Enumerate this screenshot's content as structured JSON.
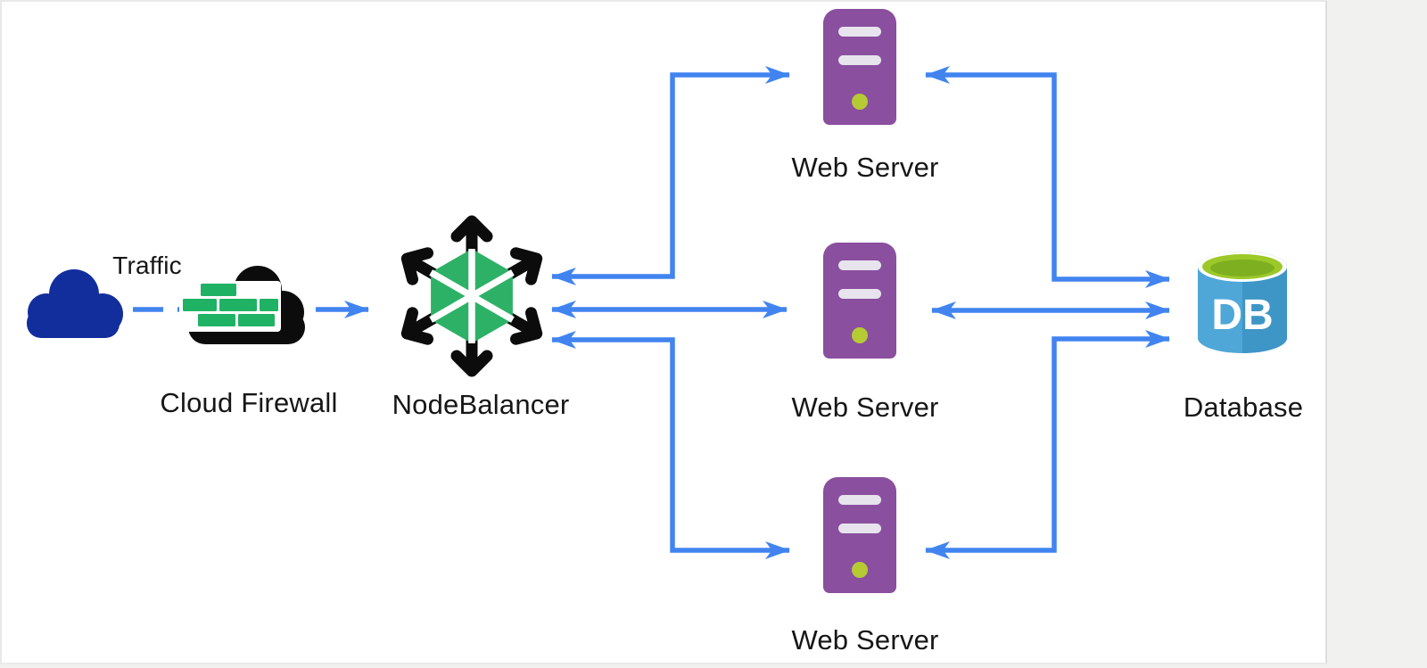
{
  "nodes": [
    {
      "id": "traffic",
      "label": "Traffic",
      "icon": "cloud",
      "color": "#122e9d"
    },
    {
      "id": "cloud-firewall",
      "label": "Cloud Firewall",
      "icon": "firewall-brick-cloud",
      "colors": {
        "cloud": "#0c0c0c",
        "brick": "#1fb264"
      }
    },
    {
      "id": "nodebalancer",
      "label": "NodeBalancer",
      "icon": "nodebalancer-hexagon",
      "colors": {
        "hexagon": "#2db166",
        "arrows": "#0c0c0c"
      }
    },
    {
      "id": "web-server-1",
      "label": "Web Server",
      "icon": "server-tower",
      "colors": {
        "body": "#8a4f9e",
        "slots": "#e7e4ee",
        "led": "#b6ca34"
      }
    },
    {
      "id": "web-server-2",
      "label": "Web Server",
      "icon": "server-tower",
      "colors": {
        "body": "#8a4f9e",
        "slots": "#e7e4ee",
        "led": "#b6ca34"
      }
    },
    {
      "id": "web-server-3",
      "label": "Web Server",
      "icon": "server-tower",
      "colors": {
        "body": "#8a4f9e",
        "slots": "#e7e4ee",
        "led": "#b6ca34"
      }
    },
    {
      "id": "database",
      "label": "Database",
      "icon": "database-cylinder",
      "icon_text": "DB",
      "colors": {
        "body": "#4ea7d7",
        "body_shade": "#3e96c6",
        "top_ring": "#9cc929",
        "top_inner": "#7daf20"
      }
    }
  ],
  "edges": [
    {
      "from": "traffic",
      "to": "cloud-firewall",
      "line": "dashed",
      "arrowheads": "none"
    },
    {
      "from": "cloud-firewall",
      "to": "nodebalancer",
      "line": "solid",
      "arrowheads": "end"
    },
    {
      "from": "nodebalancer",
      "to": "web-server-1",
      "line": "solid",
      "arrowheads": "both"
    },
    {
      "from": "nodebalancer",
      "to": "web-server-2",
      "line": "solid",
      "arrowheads": "both"
    },
    {
      "from": "nodebalancer",
      "to": "web-server-3",
      "line": "solid",
      "arrowheads": "both"
    },
    {
      "from": "web-server-1",
      "to": "database",
      "line": "solid",
      "arrowheads": "both"
    },
    {
      "from": "web-server-2",
      "to": "database",
      "line": "solid",
      "arrowheads": "both"
    },
    {
      "from": "web-server-3",
      "to": "database",
      "line": "solid",
      "arrowheads": "both"
    }
  ],
  "style": {
    "connector_color": "#4184f0",
    "canvas_background": "#ffffff",
    "outside_background": "#f1f1f0",
    "label_color": "#161616"
  }
}
